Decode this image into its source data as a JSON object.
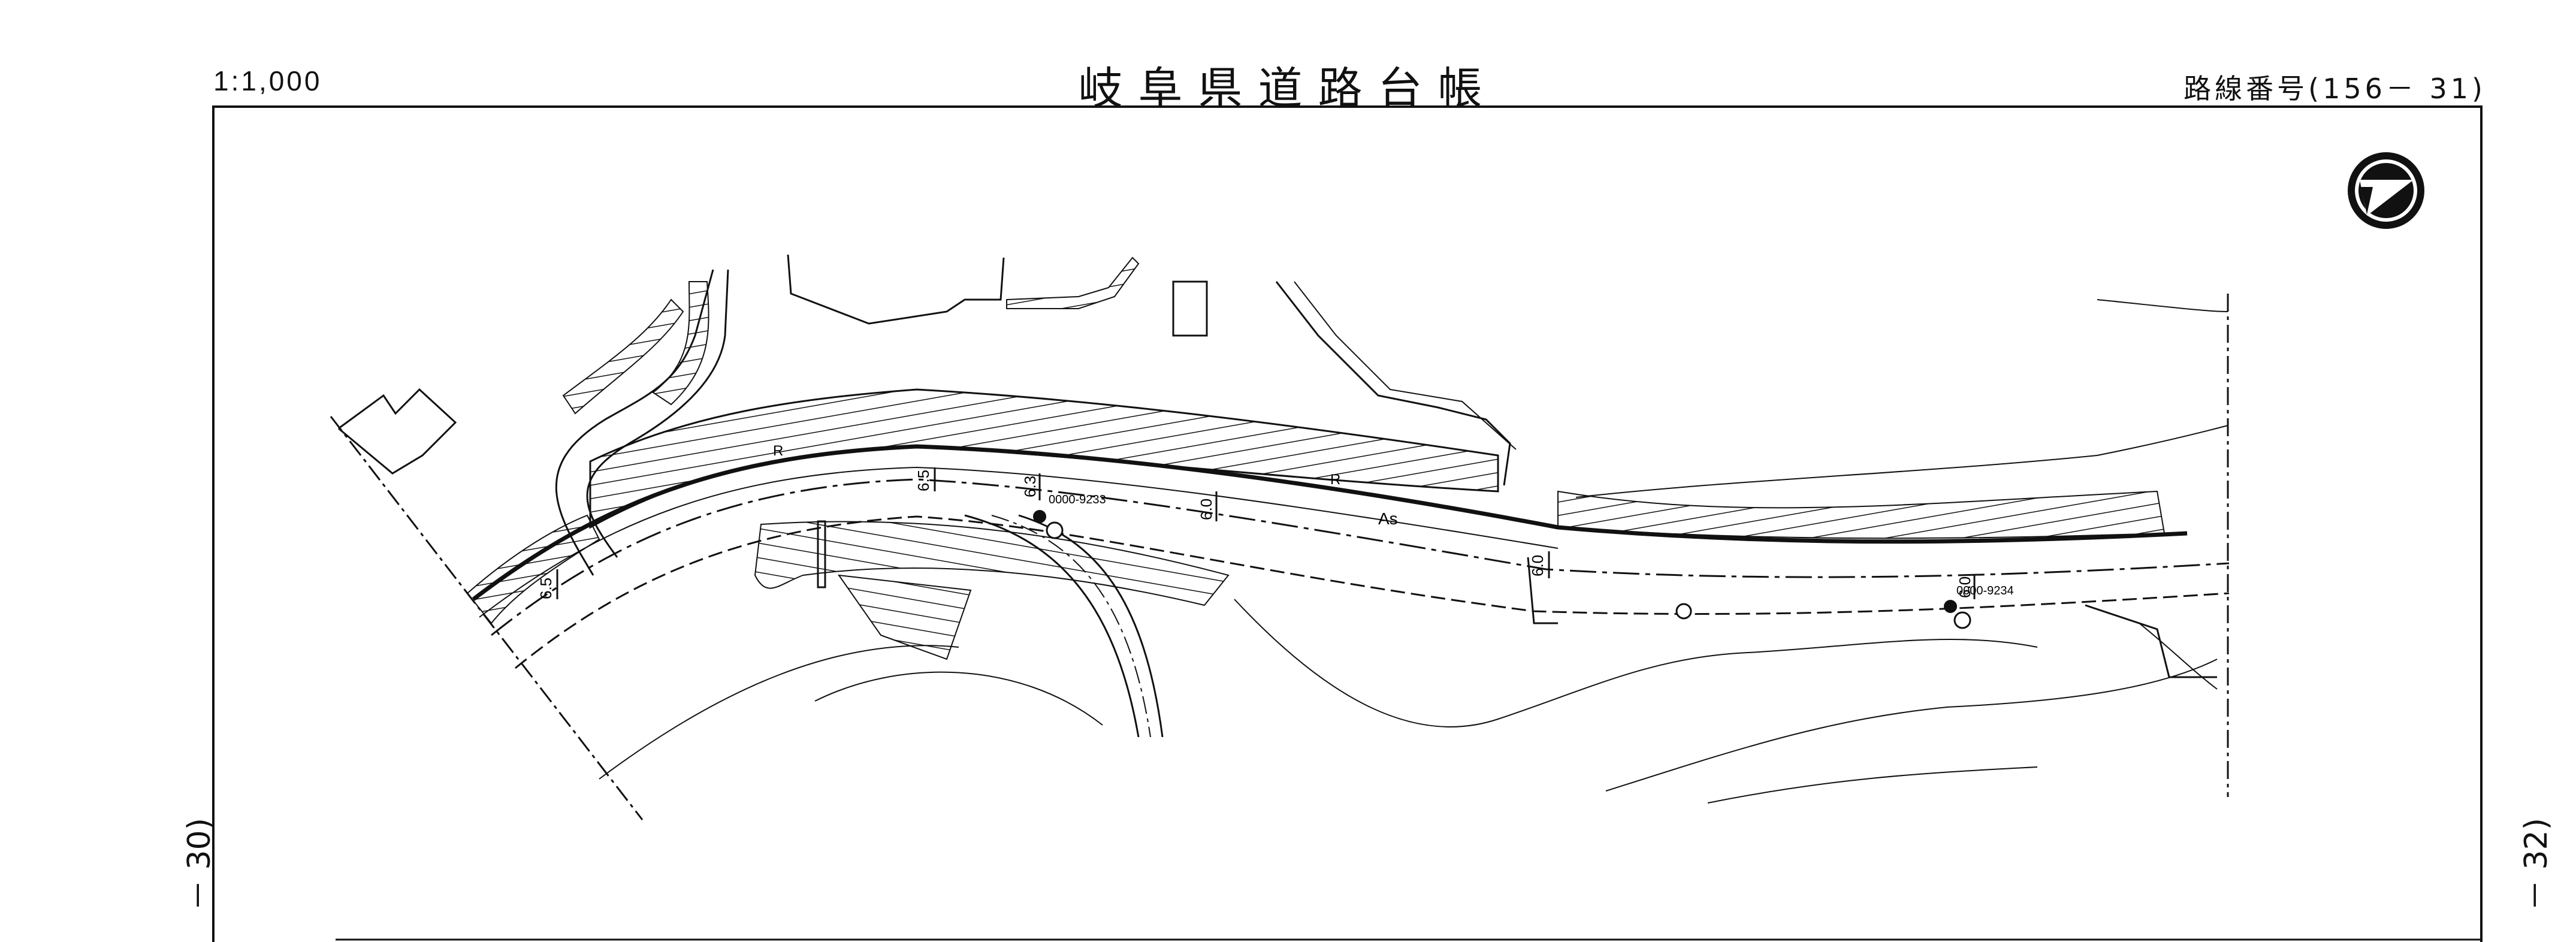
{
  "header": {
    "scale": "1:1,000",
    "title": "岐阜県道路台帳",
    "route_number": "路線番号(156－ 31)"
  },
  "adjacent_sheets": {
    "left": "－ 30)",
    "right": "－ 32)"
  },
  "map": {
    "pavement_label": "As",
    "right_of_way_marks": [
      "R",
      "R"
    ],
    "widths": [
      "6.5",
      "6.3",
      "6.0",
      "6.0",
      "6.5",
      "6.0"
    ],
    "benchmarks": [
      "0000-9233",
      "0000-9234"
    ],
    "north_arrow": "north-arrow-icon"
  },
  "colors": {
    "ink": "#111111",
    "paper": "#ffffff"
  }
}
